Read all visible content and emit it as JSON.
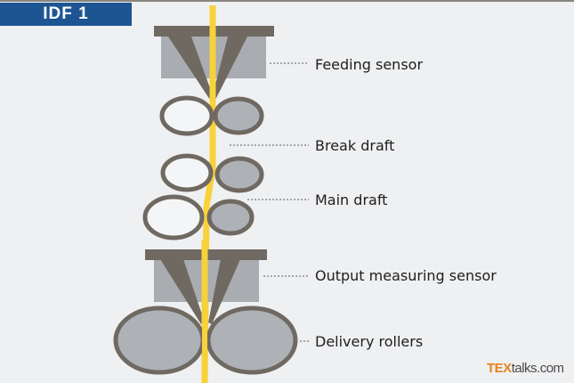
{
  "badge": {
    "text": "IDF 1",
    "color": "#1d5593"
  },
  "labels": {
    "feeding_sensor": "Feeding sensor",
    "break_draft": "Break draft",
    "main_draft": "Main draft",
    "output_sensor": "Output measuring sensor",
    "delivery_rollers": "Delivery rollers"
  },
  "logo": {
    "brand": "TEX",
    "suffix": "talks.com"
  },
  "colors": {
    "yarn": "#f7d23a",
    "sensor_body": "#a9acb0",
    "frame": "#6f6962",
    "roller_fill": "#aeb1b5",
    "roller_open": "#f4f5f6"
  }
}
